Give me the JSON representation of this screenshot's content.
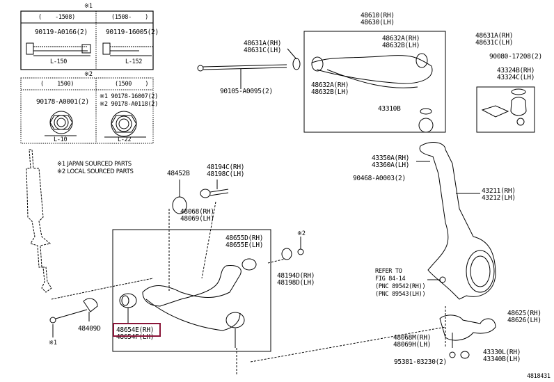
{
  "diagram": {
    "id": "4818431",
    "highlight_color": "#8a1538",
    "fastener_table_1": {
      "marker": "※1",
      "columns": [
        {
          "header": "(    -1508)",
          "part": "90119-A0166(2)",
          "dimension": "L-150"
        },
        {
          "header": "(1508-    )",
          "part": "90119-16005(2)",
          "dimension": "L-152"
        }
      ]
    },
    "fastener_table_2": {
      "marker": "※2",
      "columns": [
        {
          "header": "(    1500)",
          "parts": [
            "90178-A0001(2)"
          ],
          "dimension": "L-10"
        },
        {
          "header": "(1500    )",
          "parts": [
            "※1 90178-16007(2)",
            "※2 90178-A0118(2)"
          ],
          "dimension": "L-22"
        }
      ]
    },
    "notes": [
      "※1 JAPAN SOURCED PARTS",
      "※2 LOCAL SOURCED PARTS"
    ],
    "labels": {
      "upper_arm": [
        "48610(RH)",
        "48630(LH)"
      ],
      "cam_plate_left": [
        "48631A(RH)",
        "48631C(LH)"
      ],
      "bolt_upper": "90105-A0095(2)",
      "bushing_upper_left": [
        "48632A(RH)",
        "48632B(LH)"
      ],
      "bushing_upper_right": [
        "48632A(RH)",
        "48632B(LH)"
      ],
      "cam_plate_right": [
        "48631A(RH)",
        "48631C(LH)"
      ],
      "nut_upper": "90080-17208(2)",
      "boot_kit": [
        "43324B(RH)",
        "43324C(LH)"
      ],
      "boot_clip": "43310B",
      "dust_deflector": [
        "43350A(RH)",
        "43360A(LH)"
      ],
      "screw_deflector": "90468-A0003(2)",
      "knuckle": [
        "43211(RH)",
        "43212(LH)"
      ],
      "refer": [
        "REFER TO",
        "FIG 84-14",
        "(PNC 89542(RH))",
        "(PNC 89543(LH))"
      ],
      "stopper": "48452B",
      "cam_bolt_lower": [
        "48194C(RH)",
        "48198C(LH)"
      ],
      "lower_arm": [
        "48068(RH)",
        "48069(LH)"
      ],
      "bushing_rear": [
        "48655D(RH)",
        "48655E(LH)"
      ],
      "cam_plate_lower": [
        "48194D(RH)",
        "48198D(LH)"
      ],
      "nut_marker": "※2",
      "cam_lower_front": "48409D",
      "bolt_marker": "※1",
      "bushing_front": [
        "48654E(RH)",
        "48654F(LH)"
      ],
      "steering_arm": [
        "48625(RH)",
        "48626(LH)"
      ],
      "bolt_arm": [
        "48068M(RH)",
        "48069H(LH)"
      ],
      "nut_arm": [
        "43330L(RH)",
        "43340B(LH)"
      ],
      "cotter_pin": "95381-03230(2)"
    }
  }
}
